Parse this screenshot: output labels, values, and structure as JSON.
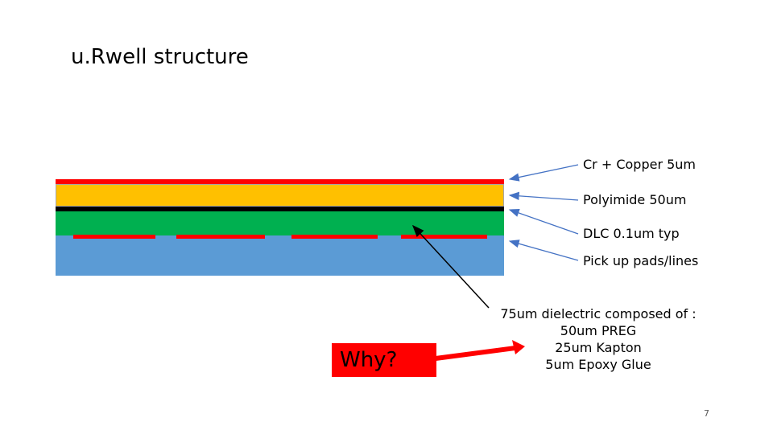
{
  "title": "u.Rwell structure",
  "layers": [
    {
      "label": "Cr + Copper 5um",
      "color": "#ff0000"
    },
    {
      "label": "Polyimide 50um",
      "color": "#ffc000"
    },
    {
      "label": "DLC 0.1um typ",
      "color": "#000000"
    },
    {
      "label": "Pick up pads/lines",
      "color": "#ff0000"
    }
  ],
  "dielectric_color": "#00b050",
  "substrate_color": "#5b9bd5",
  "dielectric_note": {
    "lines": [
      "75um dielectric composed of :",
      "50um PREG",
      "25um Kapton",
      "5um Epoxy Glue"
    ]
  },
  "why_box": {
    "text": "Why?",
    "color": "#ff0000"
  },
  "page_number": "7"
}
